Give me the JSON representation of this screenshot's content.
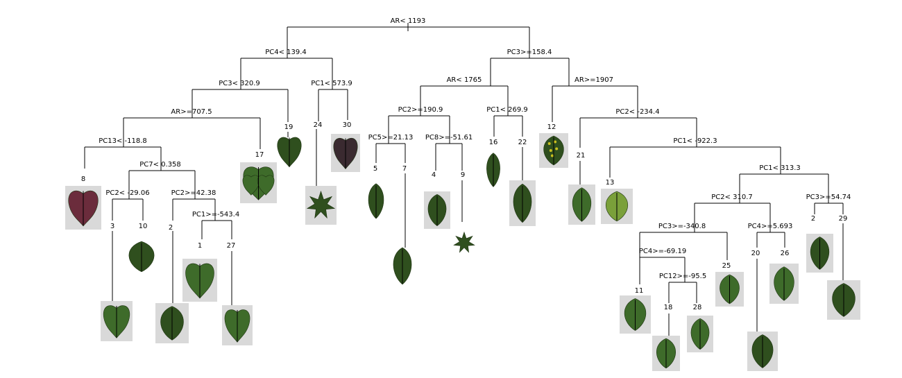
{
  "colors": {
    "leaf_dark": "#2f4f1e",
    "leaf_mid": "#3e6b2a",
    "leaf_light": "#7aa03a",
    "leaf_purple": "#6b2c3c",
    "leaf_black": "#3a2a30",
    "leaf_yellow_spots": "#c8c020",
    "photo_bg": "#d9d9d9"
  },
  "splits": [
    "AR< 1193",
    "PC4< 139.4",
    "PC3>=158.4",
    "PC3< 320.9",
    "PC1< 573.9",
    "AR< 1765",
    "AR>=1907",
    "AR>=707.5",
    "PC2>=190.9",
    "PC1< 269.9",
    "PC2< -234.4",
    "PC13< -118.8",
    "PC5>=21.13",
    "PC8>=-51.61",
    "PC1< -922.3",
    "PC7< 0.358",
    "PC1< 313.3",
    "PC2< -29.06",
    "PC2>=42.38",
    "PC2< 310.7",
    "PC3>=54.74",
    "PC1>=-543.4",
    "PC3>=-340.8",
    "PC4>=5.693",
    "PC4>=-69.19",
    "PC12>=-95.5"
  ],
  "leaves": [
    "8",
    "3",
    "10",
    "2",
    "1",
    "27",
    "17",
    "19",
    "24",
    "30",
    "5",
    "7",
    "4",
    "9",
    "16",
    "22",
    "12",
    "21",
    "13",
    "11",
    "18",
    "28",
    "25",
    "20",
    "26",
    "2",
    "29"
  ]
}
